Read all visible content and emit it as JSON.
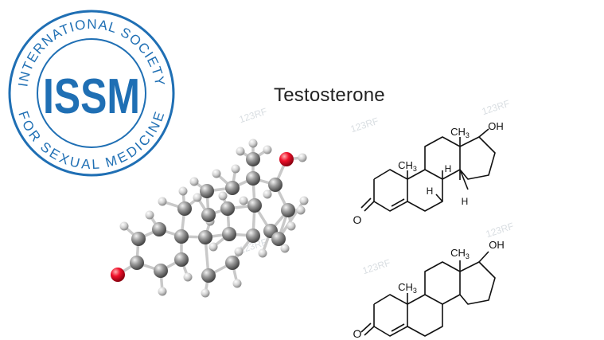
{
  "logo": {
    "acronym": "ISSM",
    "ring_top": "INTERNATIONAL SOCIETY",
    "ring_bottom": "FOR SEXUAL MEDICINE",
    "color": "#1f6fb4"
  },
  "title": "Testosterone",
  "watermark": "123RF",
  "structure_labels": {
    "ch3": "CH",
    "sub3": "3",
    "oh": "OH",
    "h": "H",
    "o": "O"
  },
  "colors": {
    "carbon": "#8d8d8d",
    "oxygen": "#e8102a",
    "hydrogen": "#d6d6d6",
    "bond": "#111111"
  }
}
